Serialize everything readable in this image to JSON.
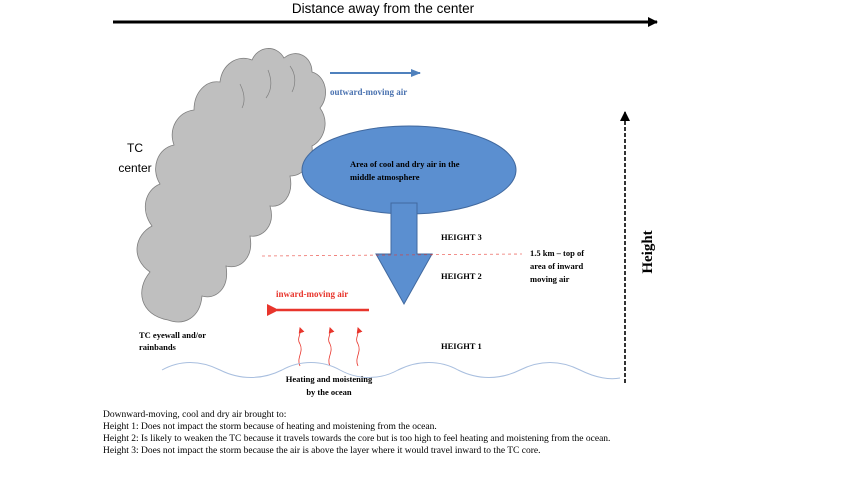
{
  "top_axis": {
    "label": "Distance away from the center"
  },
  "height_axis": {
    "label": "Height"
  },
  "labels": {
    "tc_center_line1": "TC",
    "tc_center_line2": "center",
    "outward_air": "outward-moving air",
    "inward_air": "inward-moving air",
    "cool_dry_line1": "Area of cool and dry air in the",
    "cool_dry_line2": "middle atmosphere",
    "height3": "HEIGHT 3",
    "height2": "HEIGHT 2",
    "height1": "HEIGHT 1",
    "layer_top_line1": "1.5 km – top of",
    "layer_top_line2": "area of inward",
    "layer_top_line3": "moving air",
    "eyewall_line1": "TC eyewall and/or",
    "eyewall_line2": "rainbands",
    "ocean_line1": "Heating and moistening",
    "ocean_line2": "by the ocean"
  },
  "caption": {
    "intro": "Downward-moving, cool and dry air brought to:",
    "height1": "Height 1: Does not impact the storm because of  heating and moistening from the ocean.",
    "height2": "Height 2: Is likely to weaken the TC because it travels towards the core but is too high to feel heating and moistening from the ocean.",
    "height3": "Height 3: Does not impact the storm because the air is above the layer where it would travel inward to the TC core."
  },
  "colors": {
    "cloud": "#bfbfbf",
    "blue": "#4f81bd",
    "blue_fill": "#5b8fd0",
    "blue_text": "#4a72b0",
    "red": "#e8352c",
    "ocean": "#a9bfdf"
  }
}
